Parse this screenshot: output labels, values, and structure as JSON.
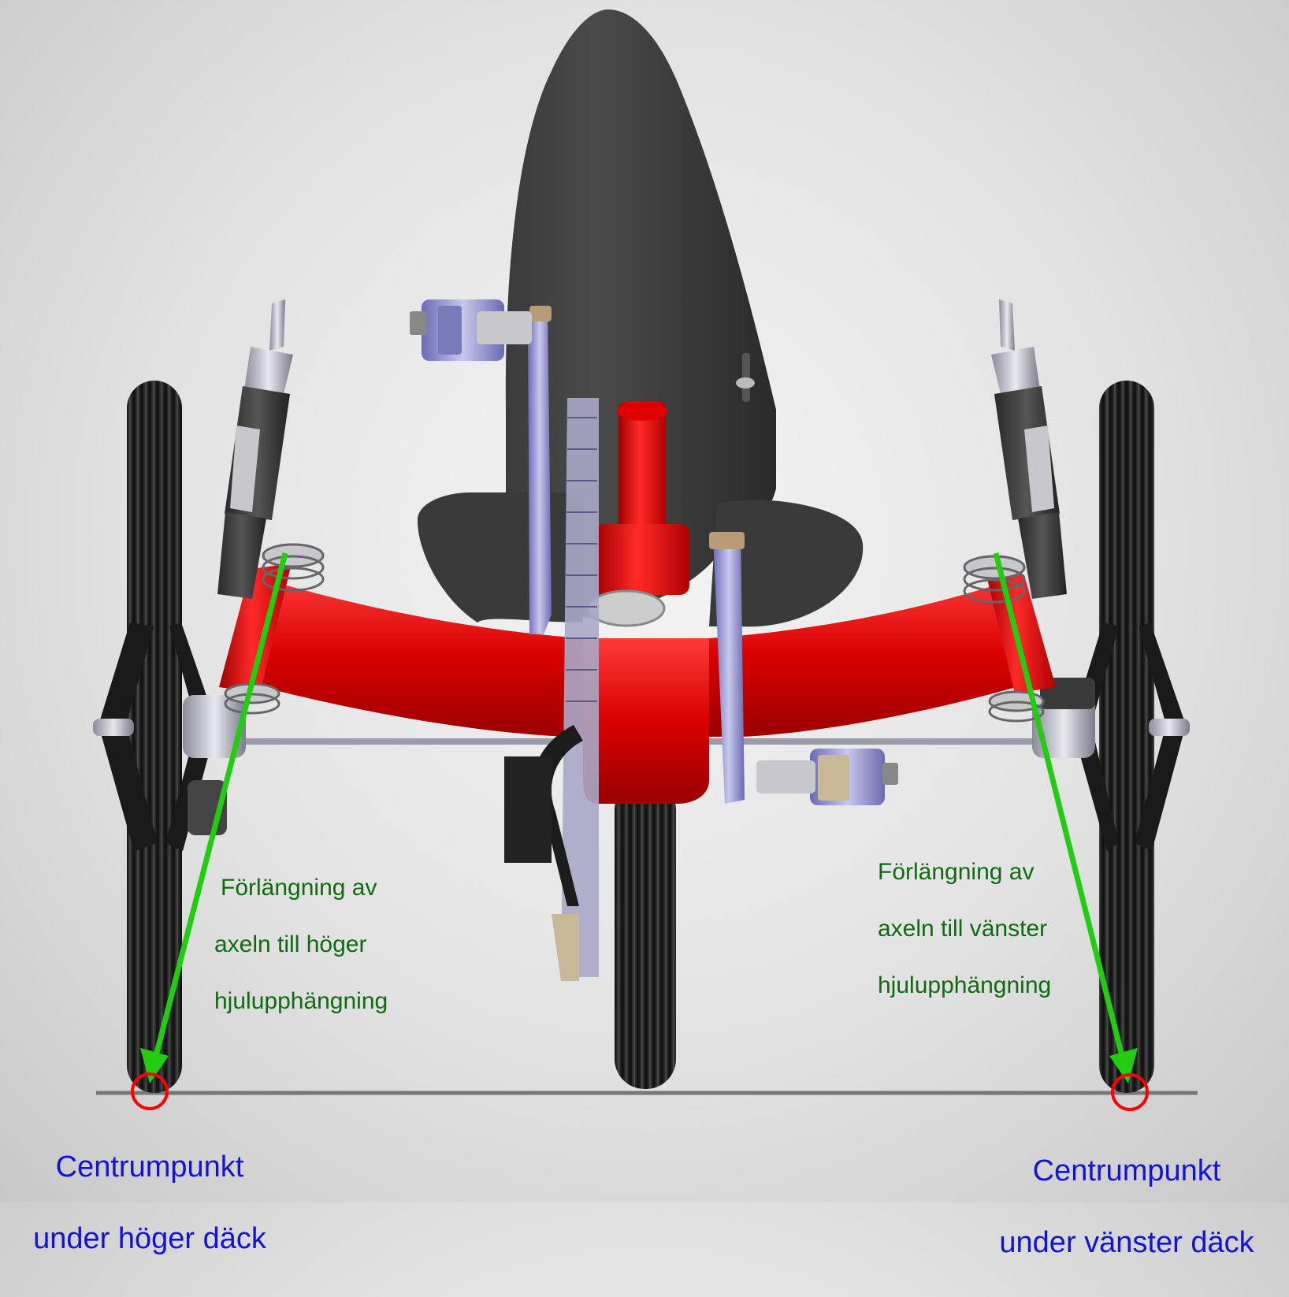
{
  "annotations": {
    "right_axle_extension": [
      "Förlängning av",
      "axeln till höger",
      "hjulupphängning"
    ],
    "left_axle_extension": [
      "Förlängning av",
      "axeln till vänster",
      "hjulupphängning"
    ],
    "right_center_point": [
      "Centrumpunkt",
      "under höger däck"
    ],
    "left_center_point": [
      "Centrumpunkt",
      "under vänster däck"
    ]
  },
  "colors": {
    "frame": "#e00000",
    "arrow": "#22cc11",
    "annotation_text": "#0e6b0e",
    "center_label": "#1212d8",
    "marker_circle": "#ff0000",
    "seat": "#3c3c3c",
    "tire": "#1a1a1a",
    "ground": "#777777"
  }
}
